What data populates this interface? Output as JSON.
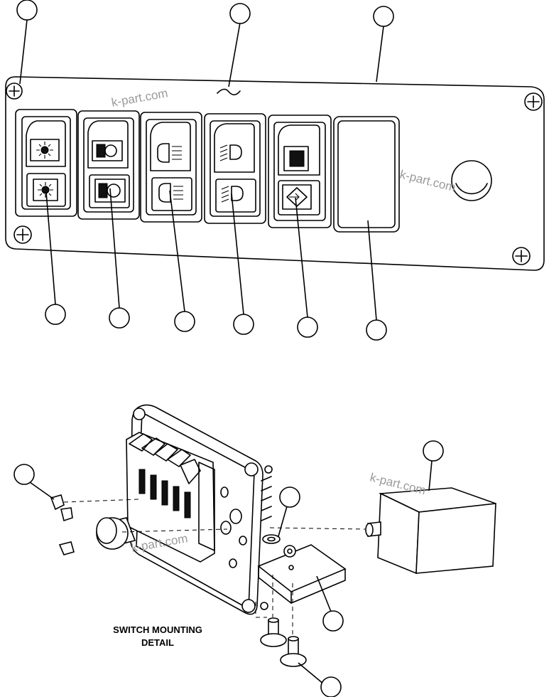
{
  "watermark_text": "k-part.com",
  "detail_caption": {
    "line1": "SWITCH MOUNTING",
    "line2": "DETAIL"
  },
  "switch_icons": [
    "work-light-icon",
    "headlight-icon",
    "low-beam-icon",
    "fog-light-icon",
    "hazard-icon",
    "blank-plug"
  ]
}
